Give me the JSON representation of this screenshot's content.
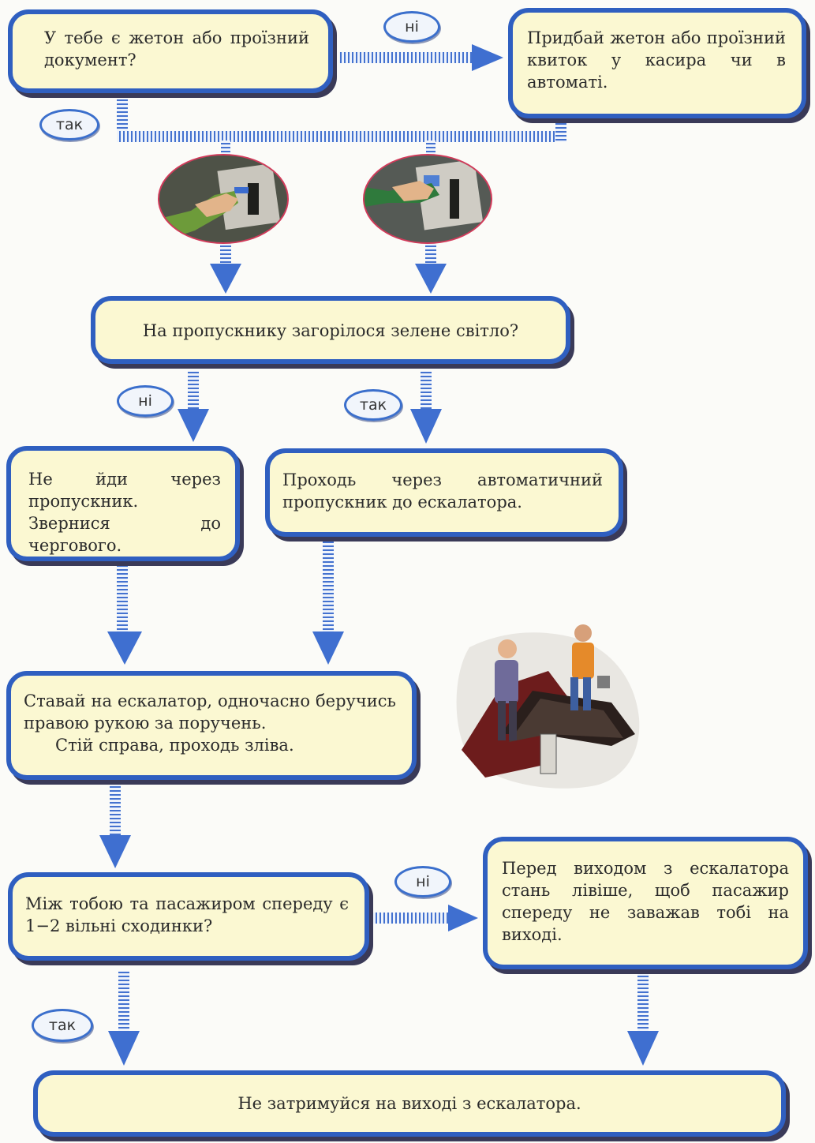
{
  "boxes": {
    "token_question": "У тебе є жетон або проїзний документ?",
    "buy_token": "Придбай жетон або проїзний квиток у касира чи в автоматі.",
    "green_light_question": "На пропускнику загорілося зелене світло?",
    "do_not_go": "Не йди через пропускник. Звернися до чергового.",
    "pass_through": "Проходь через автоматичний пропускник до ескалатора.",
    "escalator_line1": "Ставай на ескалатор, одночасно беручись правою рукою за поручень.",
    "escalator_line2": "Стій справа, проходь зліва.",
    "steps_question": "Між тобою та пасажиром спереду є 1−2 вільні сходинки?",
    "step_left": "Перед виходом з ескалатора стань лівіше, щоб пасажир спереду не заважав тобі на виході.",
    "final": "Не затримуйся на виході з ескалатора."
  },
  "labels": {
    "no_1": "ні",
    "yes_1": "так",
    "no_2": "ні",
    "yes_2": "так",
    "no_3": "ні",
    "yes_3": "так"
  },
  "colors": {
    "box_fill": "#fbf8d2",
    "box_border": "#2f5fc0",
    "connector": "#3f6fd0",
    "photo_border": "#d23a5a"
  },
  "icons": [
    "hand-token-photo",
    "hand-card-photo",
    "escalator-illustration"
  ]
}
